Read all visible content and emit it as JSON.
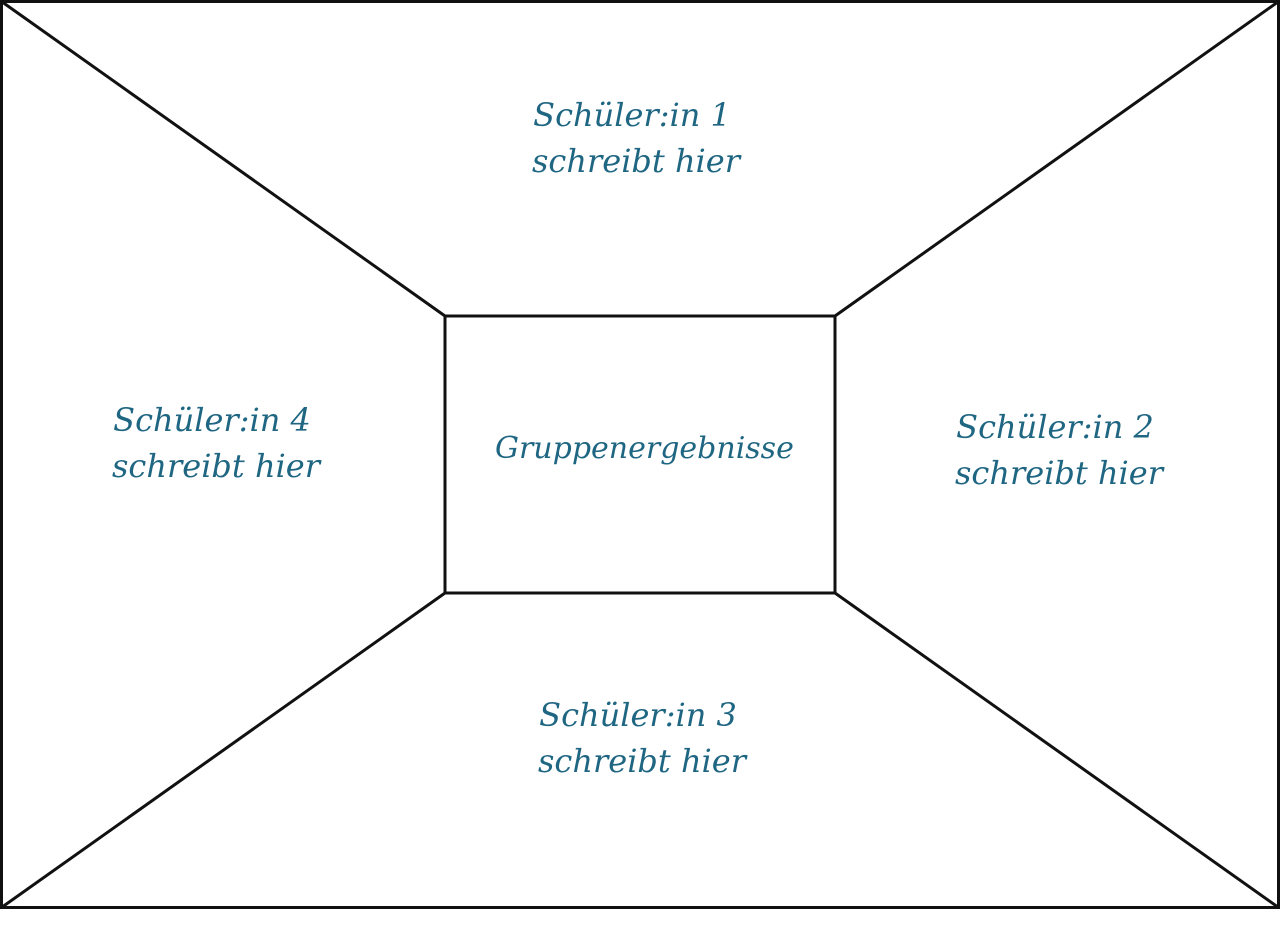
{
  "colors": {
    "text": "#1f6682",
    "line": "#111111",
    "background": "#ffffff"
  },
  "zones": {
    "top": {
      "line1": "Schüler:in 1",
      "line2": "schreibt hier"
    },
    "right": {
      "line1": "Schüler:in 2",
      "line2": "schreibt hier"
    },
    "bottom": {
      "line1": "Schüler:in 3",
      "line2": "schreibt hier"
    },
    "left": {
      "line1": "Schüler:in 4",
      "line2": "schreibt hier"
    },
    "center": {
      "label": "Gruppenergebnisse"
    }
  }
}
